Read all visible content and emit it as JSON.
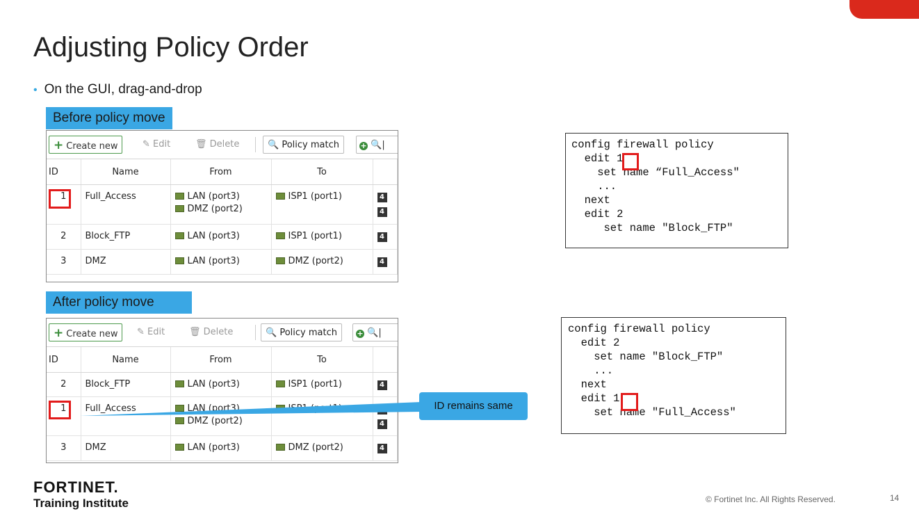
{
  "slide": {
    "title": "Adjusting Policy Order",
    "bullet": "On the GUI, drag-and-drop",
    "before_label": "Before policy move",
    "after_label": "After policy move",
    "callout": "ID remains same",
    "footer_logo": "FORTINET.",
    "footer_sub": "Training Institute",
    "copyright": "© Fortinet Inc. All Rights Reserved.",
    "page_number": "14",
    "accent_color": "#3aa7e4",
    "highlight_color": "#e21b1b"
  },
  "toolbar": {
    "create_label": "Create new",
    "edit_label": "Edit",
    "delete_label": "Delete",
    "policy_match_label": "Policy match"
  },
  "table": {
    "columns": [
      "ID",
      "Name",
      "From",
      "To"
    ],
    "before_rows": [
      {
        "id": "1",
        "name": "Full_Access",
        "from": [
          "LAN (port3)",
          "DMZ (port2)"
        ],
        "to": "ISP1 (port1)"
      },
      {
        "id": "2",
        "name": "Block_FTP",
        "from": [
          "LAN (port3)"
        ],
        "to": "ISP1 (port1)"
      },
      {
        "id": "3",
        "name": "DMZ",
        "from": [
          "LAN (port3)"
        ],
        "to": "DMZ (port2)"
      }
    ],
    "after_rows": [
      {
        "id": "2",
        "name": "Block_FTP",
        "from": [
          "LAN (port3)"
        ],
        "to": "ISP1 (port1)"
      },
      {
        "id": "1",
        "name": "Full_Access",
        "from": [
          "LAN (port3)",
          "DMZ (port2)"
        ],
        "to": "ISP1 (port1)"
      },
      {
        "id": "3",
        "name": "DMZ",
        "from": [
          "LAN (port3)"
        ],
        "to": "DMZ (port2)"
      }
    ]
  },
  "code_before": {
    "l1": "config firewall policy",
    "l2": "  edit 1",
    "l3": "    set name “Full_Access\"",
    "l4": "    ...",
    "l5": "  next",
    "l6": "  edit 2",
    "l7": "     set name \"Block_FTP\""
  },
  "code_after": {
    "l1": "config firewall policy",
    "l2": "  edit 2",
    "l3": "    set name \"Block_FTP\"",
    "l4": "    ...",
    "l5": "  next",
    "l6": "  edit 1",
    "l7": "    set name \"Full_Access\""
  }
}
